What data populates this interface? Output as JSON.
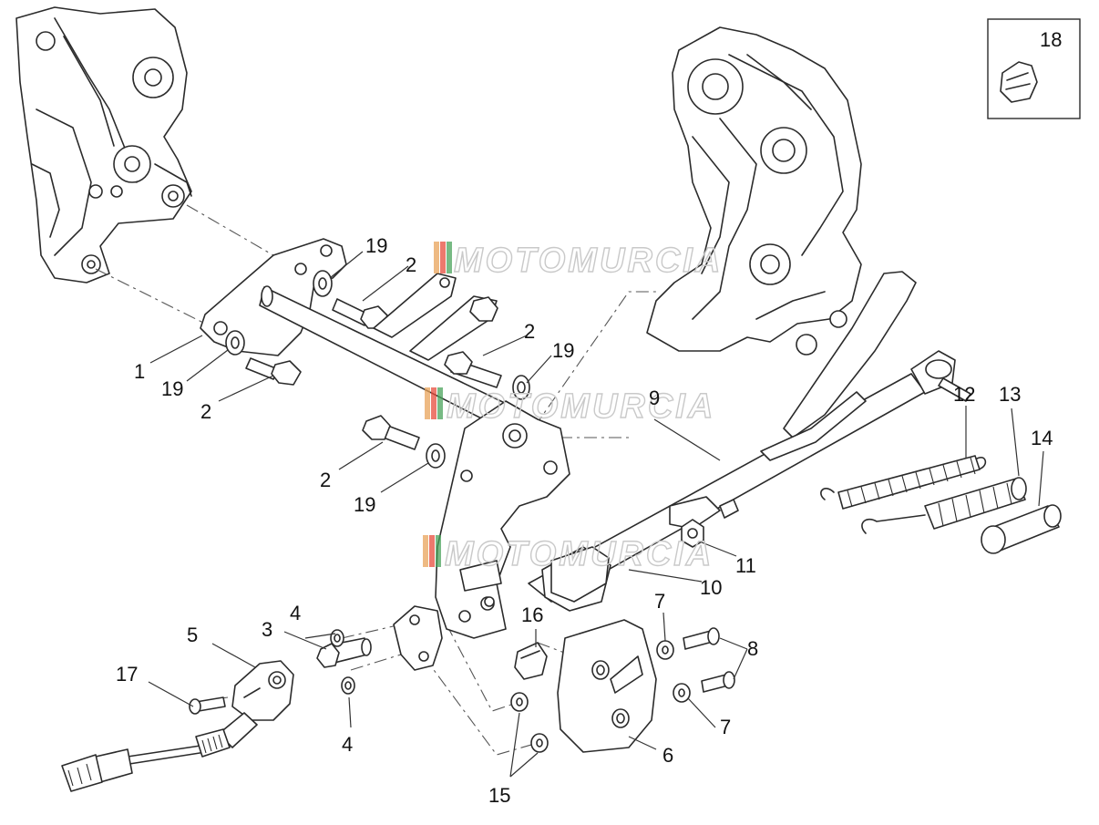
{
  "watermark": {
    "text": "MOTOMURCIA",
    "stripe_colors": [
      "#e8a35a",
      "#e74c3c",
      "#49a35b"
    ]
  },
  "callouts": {
    "c1": "1",
    "c2a": "2",
    "c2b": "2",
    "c2c": "2",
    "c2d": "2",
    "c3": "3",
    "c4a": "4",
    "c4b": "4",
    "c5": "5",
    "c6": "6",
    "c7a": "7",
    "c7b": "7",
    "c8": "8",
    "c9": "9",
    "c10": "10",
    "c11": "11",
    "c12": "12",
    "c13": "13",
    "c14": "14",
    "c15": "15",
    "c16": "16",
    "c17": "17",
    "c18": "18",
    "c19a": "19",
    "c19b": "19",
    "c19c": "19",
    "c19d": "19"
  }
}
